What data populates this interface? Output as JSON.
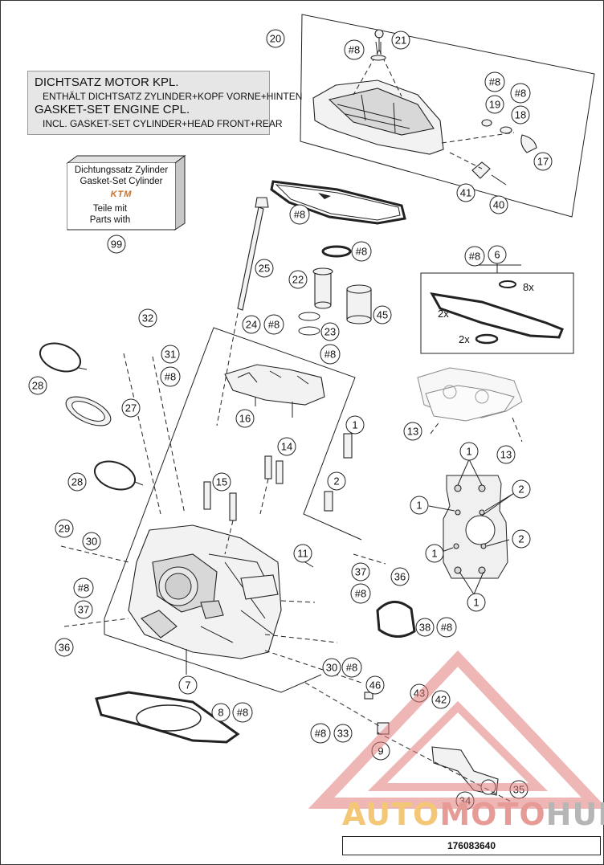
{
  "gasket_set_box": {
    "line1": "DICHTSATZ MOTOR KPL.",
    "line2": "ENTHÄLT DICHTSATZ ZYLINDER+KOPF VORNE+HINTEN",
    "line3": "GASKET-SET ENGINE CPL.",
    "line4": "INCL. GASKET-SET CYLINDER+HEAD FRONT+REAR"
  },
  "kit_box": {
    "line1": "Dichtungssatz Zylinder",
    "line2": "Gasket-Set Cylinder",
    "logo": "KTM",
    "line3": "Teile mit",
    "line4": "Parts with",
    "ref": "#8",
    "number": "99"
  },
  "callouts": {
    "c1": "1",
    "c2": "2",
    "c6": "6",
    "c7": "7",
    "c8": "8",
    "c9": "9",
    "c11": "11",
    "c13": "13",
    "c14": "14",
    "c15": "15",
    "c16": "16",
    "c17": "17",
    "c18": "18",
    "c19": "19",
    "c20": "20",
    "c21": "21",
    "c22": "22",
    "c23": "23",
    "c24": "24",
    "c25": "25",
    "c27": "27",
    "c28": "28",
    "c29": "29",
    "c30": "30",
    "c31": "31",
    "c32": "32",
    "c33": "33",
    "c34": "34",
    "c35": "35",
    "c36": "36",
    "c37": "37",
    "c38": "38",
    "c40": "40",
    "c41": "41",
    "c42": "42",
    "c43": "43",
    "c45": "45",
    "c46": "46",
    "ref8": "#8"
  },
  "quantities": {
    "q8x": "8x",
    "q2x": "2x"
  },
  "document_number": "176083640",
  "watermark": {
    "part1": "AUTO",
    "part2": "MOTO",
    "part3": "HUB"
  }
}
